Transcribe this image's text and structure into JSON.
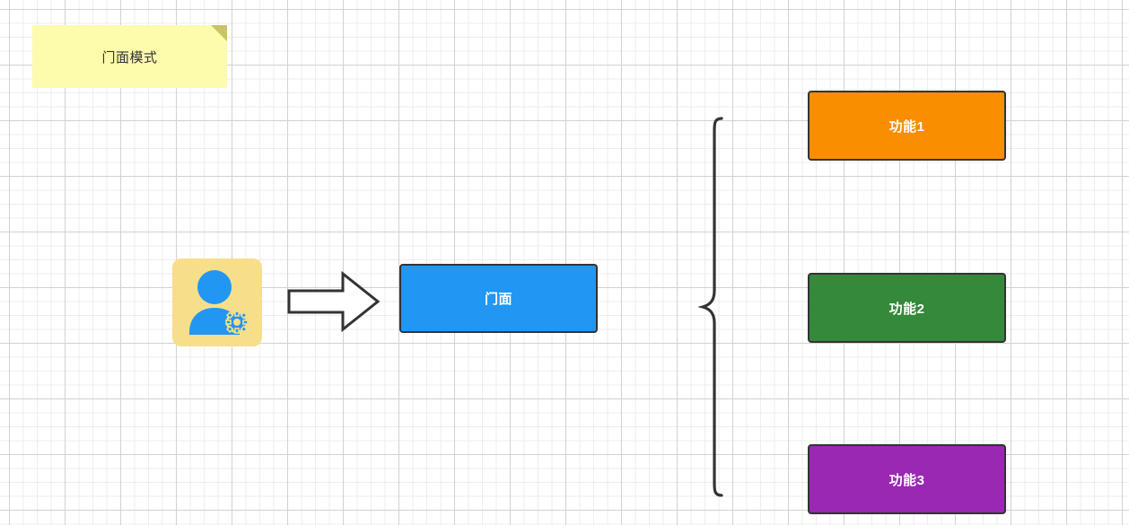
{
  "diagram": {
    "title_note": {
      "text": "门面模式",
      "icon": "note-fold-icon",
      "background": "#fdfbac",
      "fold_color": "#c9c466"
    },
    "actor": {
      "icon": "user-settings-icon",
      "tile_color": "#f7de8a",
      "figure_color": "#2196f3"
    },
    "arrow": {
      "icon": "right-arrow-icon",
      "stroke": "#333333"
    },
    "facade": {
      "label": "门面",
      "color": "#2196f3",
      "border": "#333333"
    },
    "brace": {
      "icon": "left-curly-brace-icon",
      "stroke": "#333333"
    },
    "features": [
      {
        "label": "功能1",
        "color": "#f98e00"
      },
      {
        "label": "功能2",
        "color": "#35893a"
      },
      {
        "label": "功能3",
        "color": "#9a28b3"
      }
    ]
  }
}
